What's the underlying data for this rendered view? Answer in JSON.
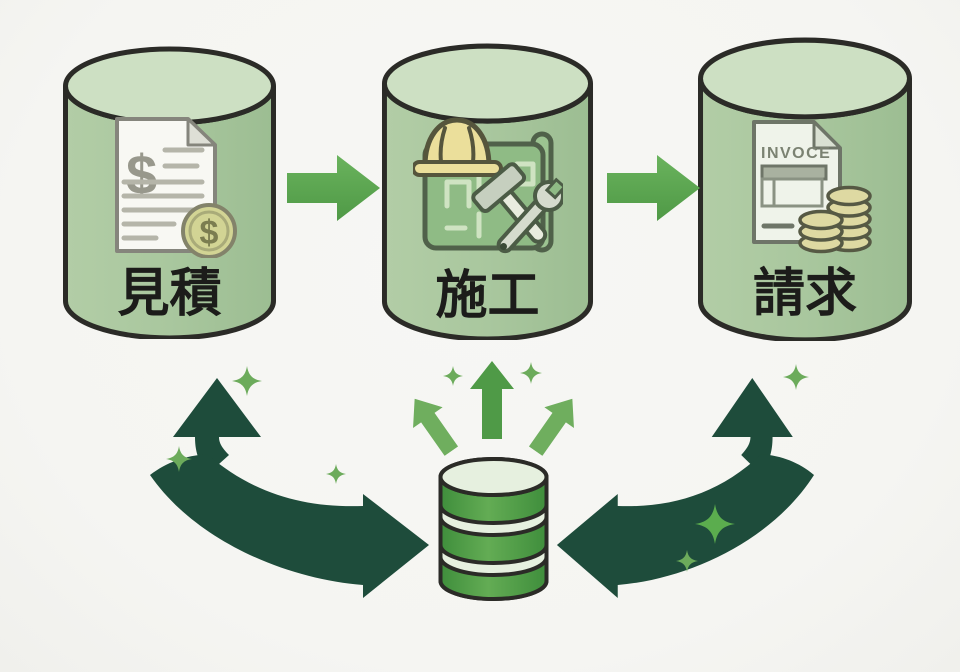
{
  "diagram": {
    "description_nodes": "three-stage workflow cylinders feeding a central database",
    "nodes": [
      {
        "id": "estimate",
        "label": "見積"
      },
      {
        "id": "construction",
        "label": "施工"
      },
      {
        "id": "billing",
        "label": "請求"
      }
    ],
    "icons": {
      "estimate": {
        "name": "estimate-document-icon",
        "doc_symbol": "$",
        "coin_symbol": "$"
      },
      "construction": {
        "name": "blueprint-hardhat-tools-icon"
      },
      "billing": {
        "name": "invoice-coins-icon",
        "invoice_title": "INVOCE"
      },
      "database": {
        "name": "central-database-icon"
      },
      "sparkles": {
        "name": "sparkle-icon",
        "count": 8
      }
    },
    "arrows": {
      "flow": [
        "estimate→construction",
        "construction→billing"
      ],
      "sync": [
        "left-curved-up-and-into-database",
        "right-curved-up-and-into-database"
      ],
      "emit": [
        "database-up-left",
        "database-up-center",
        "database-up-right"
      ]
    }
  },
  "colors": {
    "bg": "#f5f5f2",
    "outline": "#2b2b27",
    "cylBody": "#a9c79e",
    "cylTop": "#cde0c3",
    "labelColor": "#1c1c1a",
    "flowArrow": "#58a24e",
    "syncArrow": "#1e4c3b",
    "upArrowCenter": "#4f9a47",
    "upArrowSide": "#6fae5e",
    "sparkle": "#6cab5b",
    "dbGreen": "#54a04a",
    "dbLight": "#e6f0df"
  }
}
